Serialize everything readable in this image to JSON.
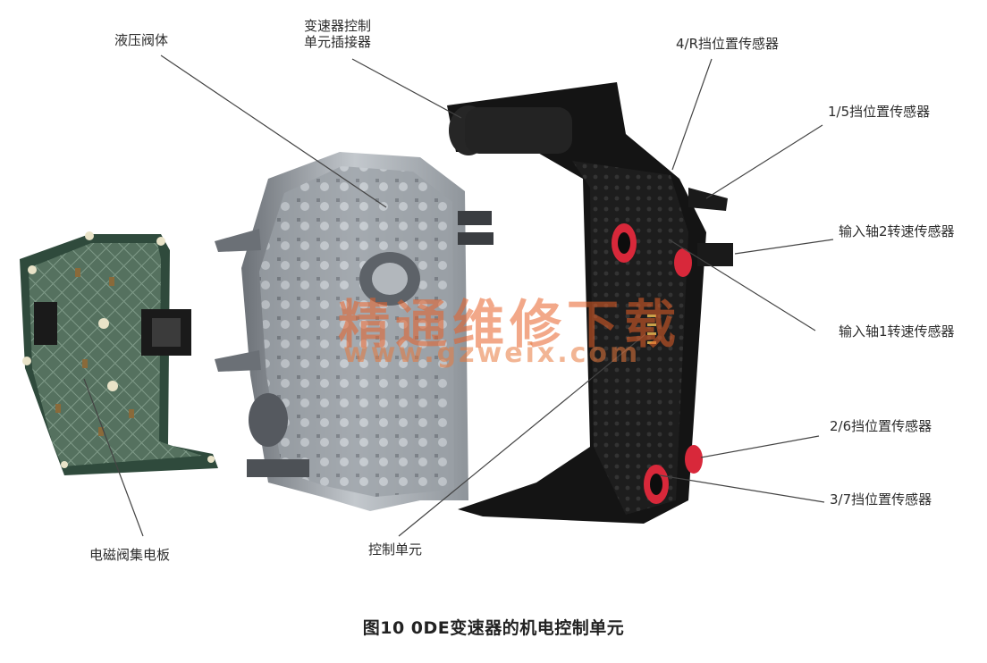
{
  "labels": {
    "hydraulic_valve_body": "液压阀体",
    "tcu_connector_line1": "变速器控制",
    "tcu_connector_line2": "单元插接器",
    "sensor_4r": "4/R挡位置传感器",
    "sensor_15": "1/5挡位置传感器",
    "input_shaft2_sensor": "输入轴2转速传感器",
    "input_shaft1_sensor": "输入轴1转速传感器",
    "sensor_26": "2/6挡位置传感器",
    "sensor_37": "3/7挡位置传感器",
    "control_unit": "控制单元",
    "solenoid_board": "电磁阀集电板"
  },
  "caption": "图10 0DE变速器的机电控制单元",
  "watermark": {
    "text": "精通维修下载",
    "url": "www.gzweix.com"
  },
  "colors": {
    "pcb_green": "#4e6a5c",
    "valve_body_gray": "#8b9095",
    "control_unit_black": "#1c1c1c",
    "sensor_red": "#d8283a",
    "watermark": "#e86028"
  }
}
